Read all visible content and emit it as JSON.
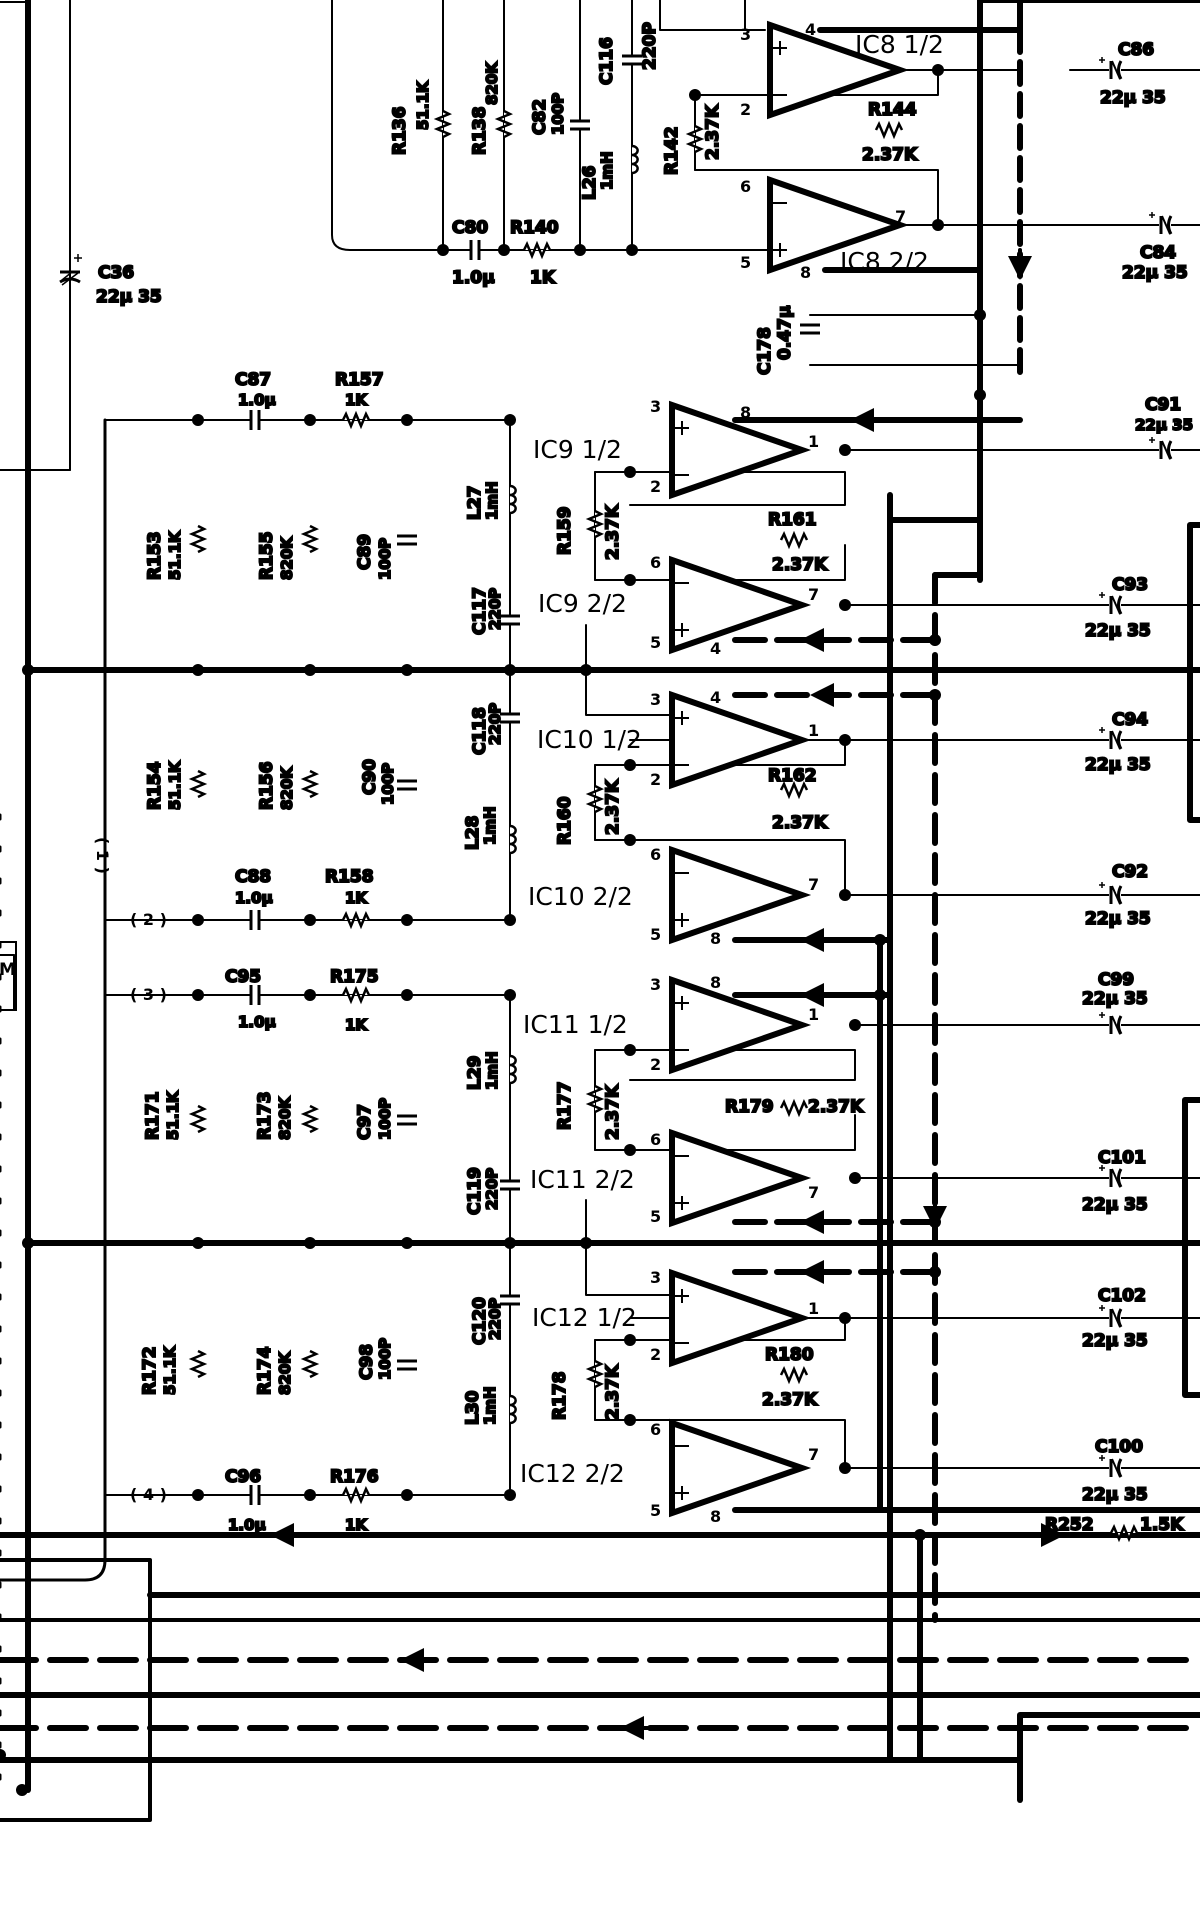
{
  "schematic": {
    "connectors": [
      "( 1 )",
      "( 2 )",
      "( 3 )",
      "( 4 )"
    ],
    "edge_mark": "M",
    "ics": {
      "ic8a": "IC8 1/2",
      "ic8b": "IC8 2/2",
      "ic9a": "IC9 1/2",
      "ic9b": "IC9 2/2",
      "ic10a": "IC10 1/2",
      "ic10b": "IC10 2/2",
      "ic11a": "IC11 1/2",
      "ic11b": "IC11 2/2",
      "ic12a": "IC12 1/2",
      "ic12b": "IC12 2/2"
    },
    "parts": {
      "c36": {
        "ref": "C36",
        "val": "22μ 35"
      },
      "r136": {
        "ref": "R136",
        "val": "51.1K"
      },
      "r138": {
        "ref": "R138",
        "val": "820K"
      },
      "c82": {
        "ref": "C82",
        "val": "100P"
      },
      "c116": {
        "ref": "C116",
        "val": "220P"
      },
      "l26": {
        "ref": "L26",
        "val": "1mH"
      },
      "r142": {
        "ref": "R142",
        "val": "2.37K"
      },
      "r144": {
        "ref": "R144",
        "val": "2.37K"
      },
      "c80": {
        "ref": "C80",
        "val": "1.0μ"
      },
      "r140": {
        "ref": "R140",
        "val": "1K"
      },
      "c86": {
        "ref": "C86",
        "val": "22μ 35"
      },
      "c84": {
        "ref": "C84",
        "val": "22μ 35"
      },
      "c178": {
        "ref": "C178",
        "val": "0.47μ"
      },
      "c87": {
        "ref": "C87",
        "val": "1.0μ"
      },
      "r157": {
        "ref": "R157",
        "val": "1K"
      },
      "c91": {
        "ref": "C91",
        "val": "22μ 35"
      },
      "r153": {
        "ref": "R153",
        "val": "51.1K"
      },
      "r155": {
        "ref": "R155",
        "val": "820K"
      },
      "c89": {
        "ref": "C89",
        "val": "100P"
      },
      "l27": {
        "ref": "L27",
        "val": "1mH"
      },
      "r159": {
        "ref": "R159",
        "val": "2.37K"
      },
      "r161": {
        "ref": "R161",
        "val": "2.37K"
      },
      "c117": {
        "ref": "C117",
        "val": "220P"
      },
      "c93": {
        "ref": "C93",
        "val": "22μ 35"
      },
      "r154": {
        "ref": "R154",
        "val": "51.1K"
      },
      "r156": {
        "ref": "R156",
        "val": "820K"
      },
      "c90": {
        "ref": "C90",
        "val": "100P"
      },
      "c118": {
        "ref": "C118",
        "val": "220P"
      },
      "l28": {
        "ref": "L28",
        "val": "1mH"
      },
      "r160": {
        "ref": "R160",
        "val": "2.37K"
      },
      "r162": {
        "ref": "R162",
        "val": "2.37K"
      },
      "c94": {
        "ref": "C94",
        "val": "22μ 35"
      },
      "c88": {
        "ref": "C88",
        "val": "1.0μ"
      },
      "r158": {
        "ref": "R158",
        "val": "1K"
      },
      "c92": {
        "ref": "C92",
        "val": "22μ 35"
      },
      "c95": {
        "ref": "C95",
        "val": "1.0μ"
      },
      "r175": {
        "ref": "R175",
        "val": "1K"
      },
      "c99": {
        "ref": "C99",
        "val": "22μ 35"
      },
      "r171": {
        "ref": "R171",
        "val": "51.1K"
      },
      "r173": {
        "ref": "R173",
        "val": "820K"
      },
      "c97": {
        "ref": "C97",
        "val": "100P"
      },
      "l29": {
        "ref": "L29",
        "val": "1mH"
      },
      "r177": {
        "ref": "R177",
        "val": "2.37K"
      },
      "r179": {
        "ref": "R179",
        "val": "2.37K"
      },
      "c119": {
        "ref": "C119",
        "val": "220P"
      },
      "c101": {
        "ref": "C101",
        "val": "22μ 35"
      },
      "r172": {
        "ref": "R172",
        "val": "51.1K"
      },
      "r174": {
        "ref": "R174",
        "val": "820K"
      },
      "c98": {
        "ref": "C98",
        "val": "100P"
      },
      "c120": {
        "ref": "C120",
        "val": "220P"
      },
      "l30": {
        "ref": "L30",
        "val": "1mH"
      },
      "r178": {
        "ref": "R178",
        "val": "2.37K"
      },
      "r180": {
        "ref": "R180",
        "val": "2.37K"
      },
      "c102": {
        "ref": "C102",
        "val": "22μ 35"
      },
      "c96": {
        "ref": "C96",
        "val": "1.0μ"
      },
      "r176": {
        "ref": "R176",
        "val": "1K"
      },
      "c100": {
        "ref": "C100",
        "val": "22μ 35"
      },
      "r252": {
        "ref": "R252",
        "val": "1.5K"
      }
    }
  }
}
